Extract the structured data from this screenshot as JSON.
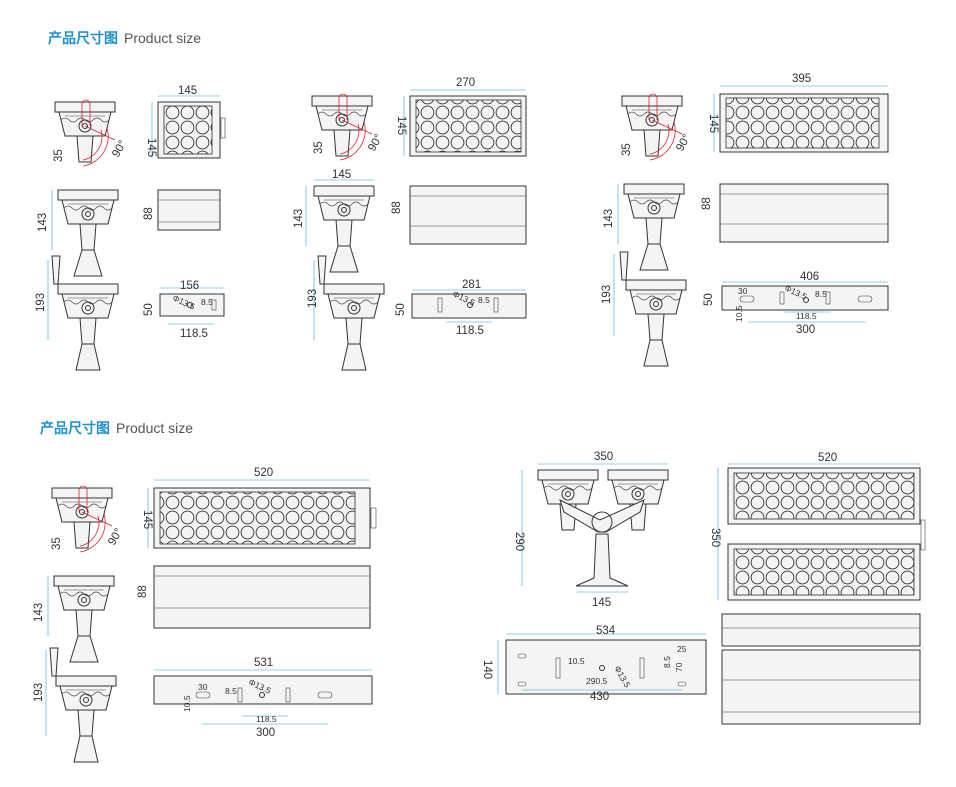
{
  "section_title": {
    "cn": "产品尺寸图",
    "en": "Product size"
  },
  "groups": [
    {
      "front_width": "145",
      "height": "145",
      "angle": "90°",
      "offset": "35",
      "side_h": "143",
      "depth": "88",
      "bottom_w": "156",
      "bottom_h": "193",
      "base_h": "50",
      "hole": "Φ13.5",
      "hole_sp": "8.5",
      "hole_dist": "118.5"
    },
    {
      "front_width": "270",
      "height": "145",
      "angle": "90°",
      "offset": "35",
      "side_w": "145",
      "side_h": "143",
      "depth": "88",
      "bottom_w": "281",
      "bottom_h": "193",
      "base_h": "50",
      "hole": "Φ13.5",
      "hole_sp": "8.5",
      "hole_dist": "118.5"
    },
    {
      "front_width": "395",
      "height": "145",
      "angle": "90°",
      "offset": "35",
      "side_h": "143",
      "depth": "88",
      "bottom_w": "406",
      "bottom_h": "193",
      "base_h": "50",
      "slot": "30",
      "slot_h": "10.5",
      "hole": "Φ13.5",
      "hole_sp": "8.5",
      "hole_dist": "118.5",
      "slot_dist": "300"
    },
    {
      "front_width": "520",
      "height": "145",
      "angle": "90°",
      "offset": "35",
      "side_h": "143",
      "depth": "88",
      "bottom_w": "531",
      "bottom_h": "193",
      "slot": "30",
      "slot_h": "10.5",
      "hole": "Φ13.5",
      "hole_sp": "8.5",
      "hole_dist": "118.5",
      "slot_dist": "300"
    },
    {
      "width": "350",
      "height": "290",
      "base": "145",
      "front_width": "520",
      "front_height": "350",
      "bottom_w": "534",
      "bottom_h": "140",
      "d1": "25",
      "d2": "8.5",
      "d3": "70",
      "d4": "10.5",
      "d5": "290.5",
      "d6": "Φ13.5",
      "d7": "430"
    }
  ],
  "colors": {
    "accent": "#1e8fd0",
    "dimension": "#2a9fe0",
    "angle": "#d9232e",
    "line": "#333333"
  }
}
